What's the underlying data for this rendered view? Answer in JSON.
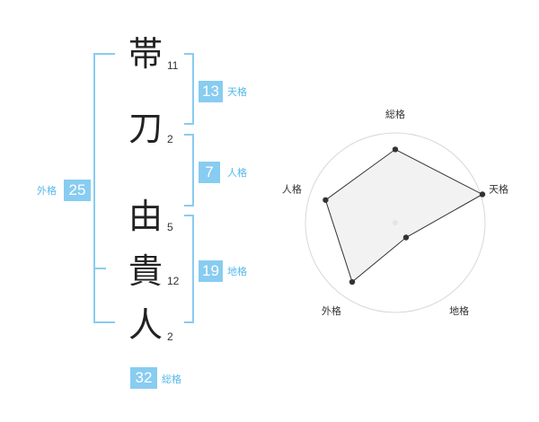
{
  "name": {
    "chars": [
      {
        "char": "帯",
        "strokes": "11"
      },
      {
        "char": "刀",
        "strokes": "2"
      },
      {
        "char": "由",
        "strokes": "5"
      },
      {
        "char": "貴",
        "strokes": "12"
      },
      {
        "char": "人",
        "strokes": "2"
      }
    ]
  },
  "fortunes": {
    "tenkaku": {
      "label": "天格",
      "value": "13"
    },
    "jinkaku": {
      "label": "人格",
      "value": "7"
    },
    "chikaku": {
      "label": "地格",
      "value": "19"
    },
    "gaikaku": {
      "label": "外格",
      "value": "25"
    },
    "soukaku": {
      "label": "総格",
      "value": "32"
    }
  },
  "chart_data": {
    "type": "radar",
    "axes": [
      "総格",
      "天格",
      "地格",
      "外格",
      "人格"
    ],
    "values": [
      4,
      5,
      1,
      4,
      4
    ],
    "rings": 5,
    "max": 5,
    "colors": {
      "fill": "#eeeeee",
      "ring": "#d8d8d8",
      "line": "#333333",
      "point": "#333333",
      "center": "#cccccc"
    }
  }
}
